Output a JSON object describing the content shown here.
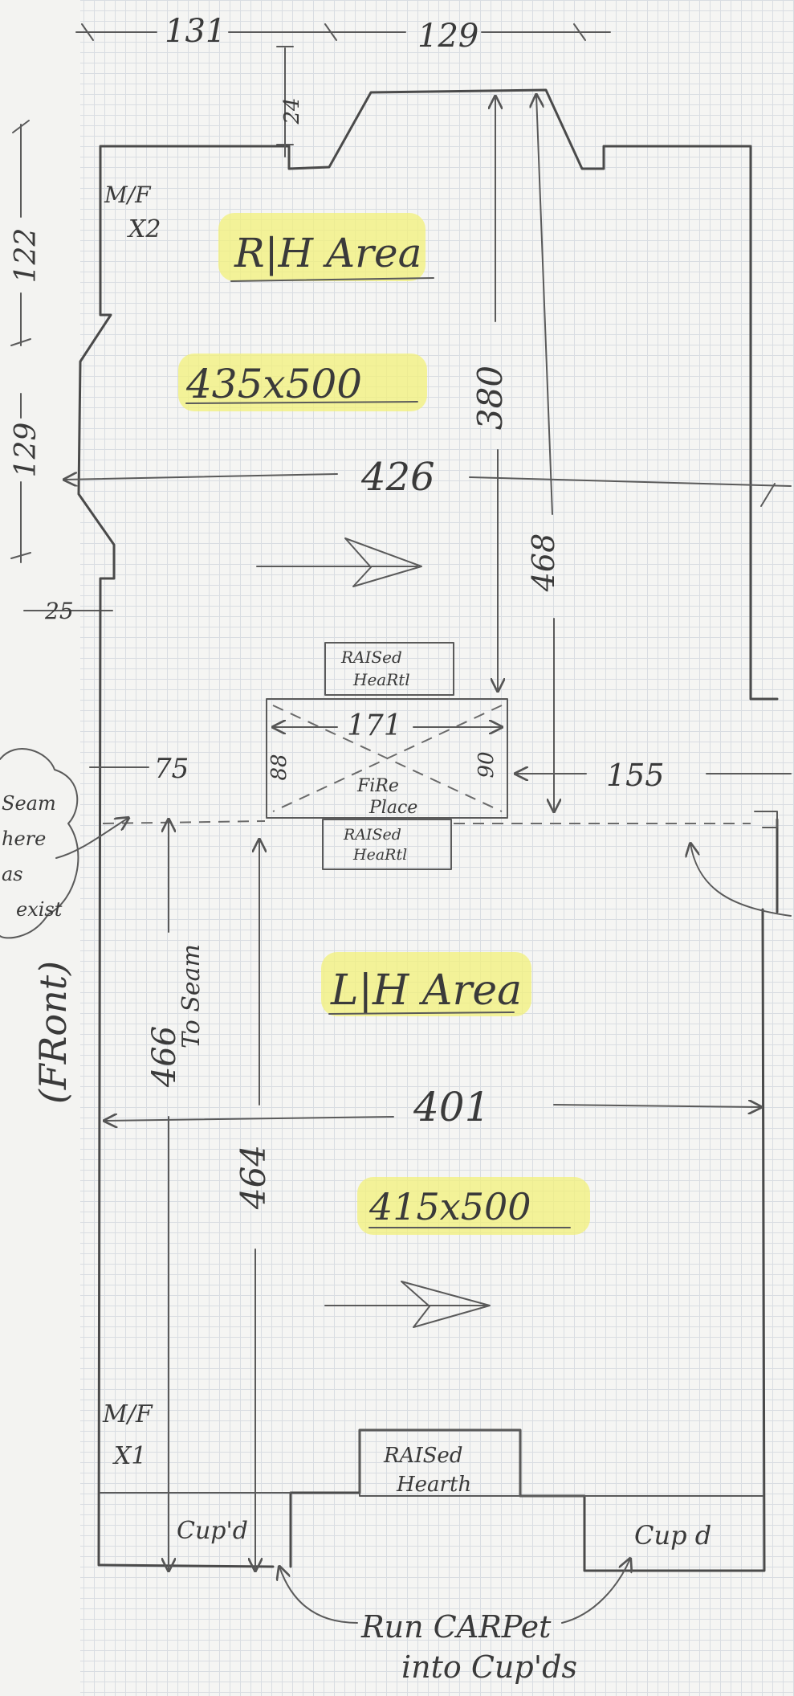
{
  "top_dims": {
    "left": "131",
    "right": "129"
  },
  "left_dims": {
    "upper": "122",
    "lower": "129",
    "notch": "25"
  },
  "notch_dim": "24",
  "rh_area": {
    "title": "R|H Area",
    "size": "435x500",
    "mf": "M/F",
    "mf_count": "X2",
    "width": "426",
    "depth_a": "380",
    "depth_b": "468"
  },
  "fireplace": {
    "raised_top": [
      "RAISed",
      "HeaRtl"
    ],
    "width": "171",
    "left_depth": "88",
    "right_depth": "90",
    "label": [
      "FiRe",
      "Place"
    ],
    "raised_bottom": [
      "RAISed",
      "HeaRtl"
    ],
    "to_wall": "155",
    "offset": "75"
  },
  "seam_note": [
    "Seam",
    "here",
    "as",
    "exist"
  ],
  "front_label": "(FRont)",
  "lh_area": {
    "title": "L|H Area",
    "size": "415x500",
    "width": "401",
    "seam_depth": "466",
    "to_seam": "To Seam",
    "depth": "464",
    "mf": "M/F",
    "mf_count": "X1"
  },
  "bottom": {
    "raised": [
      "RAISed",
      "Hearth"
    ],
    "cupd_left": "Cup'd",
    "cupd_right": "Cup d",
    "note": [
      "Run CARPet",
      "into Cup'ds"
    ]
  },
  "colors": {
    "ink": "#4a4a4a",
    "highlight": "#f2f07a",
    "paper": "#f5f5f3",
    "grid": "#d9dde2"
  }
}
